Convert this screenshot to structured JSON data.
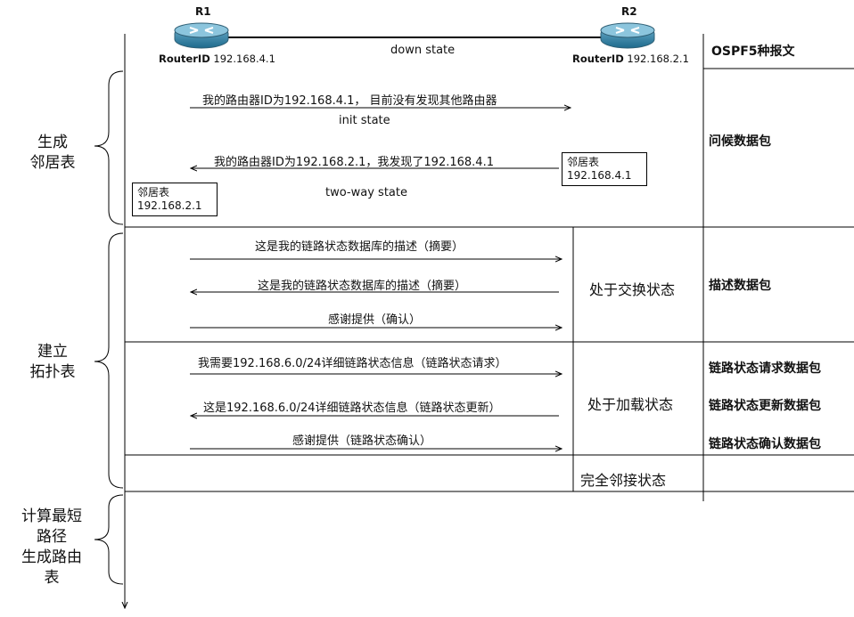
{
  "routers": {
    "r1": {
      "name": "R1",
      "id_label": "RouterID",
      "id_value": "192.168.4.1"
    },
    "r2": {
      "name": "R2",
      "id_label": "RouterID",
      "id_value": "192.168.2.1"
    },
    "link_state": "down state"
  },
  "right_header": "OSPF5种报文",
  "stages": {
    "neighbor": "生成\n邻居表",
    "topology": "建立\n拓扑表",
    "route": "计算最短\n路径\n生成路由\n表"
  },
  "hello": {
    "msg1": "我的路由器ID为192.168.4.1，  目前没有发现其他路由器",
    "state1": "init state",
    "msg2": "我的路由器ID为192.168.2.1，我发现了192.168.4.1",
    "state2": "two-way state",
    "r2_table_title": "邻居表",
    "r2_table_value": "192.168.4.1",
    "r1_table_title": "邻居表",
    "r1_table_value": "192.168.2.1"
  },
  "exchange": {
    "msg1": "这是我的链路状态数据库的描述（摘要）",
    "msg2": "这是我的链路状态数据库的描述（摘要）",
    "msg3": "感谢提供（确认）",
    "state": "处于交换状态"
  },
  "loading": {
    "msg1": "我需要192.168.6.0/24详细链路状态信息（链路状态请求）",
    "msg2": "这是192.168.6.0/24详细链路状态信息（链路状态更新）",
    "msg3": "感谢提供（链路状态确认）",
    "state": "处于加载状态"
  },
  "full_state": "完全邻接状态",
  "packet_types": {
    "hello": "问候数据包",
    "dbd": "描述数据包",
    "lsr": "链路状态请求数据包",
    "lsu": "链路状态更新数据包",
    "lsack": "链路状态确认数据包"
  }
}
